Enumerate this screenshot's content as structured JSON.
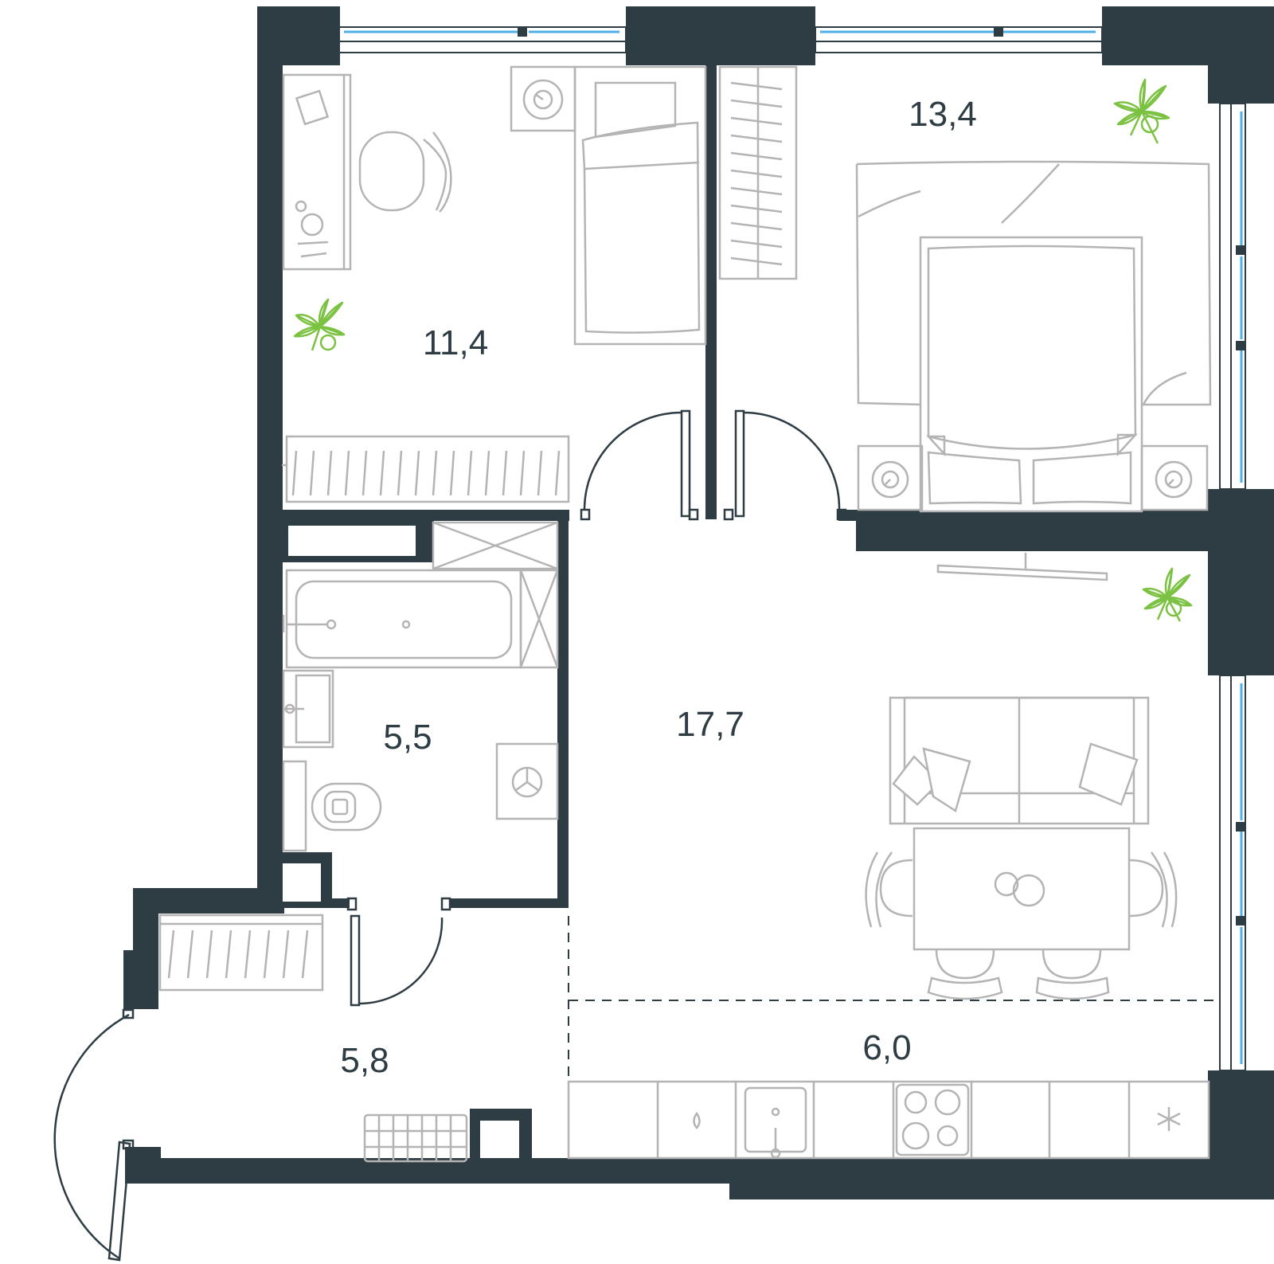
{
  "colors": {
    "wall": "#2e3d44",
    "furniture": "#b4b4b4",
    "glass": "#4fb0e6",
    "plant": "#7cc242",
    "background": "#ffffff"
  },
  "rooms": [
    {
      "id": "room-bedroom-small",
      "area": "11,4"
    },
    {
      "id": "room-bedroom-master",
      "area": "13,4"
    },
    {
      "id": "room-bathroom",
      "area": "5,5"
    },
    {
      "id": "room-living",
      "area": "17,7"
    },
    {
      "id": "room-hallway",
      "area": "5,8"
    },
    {
      "id": "room-kitchen",
      "area": "6,0"
    }
  ]
}
